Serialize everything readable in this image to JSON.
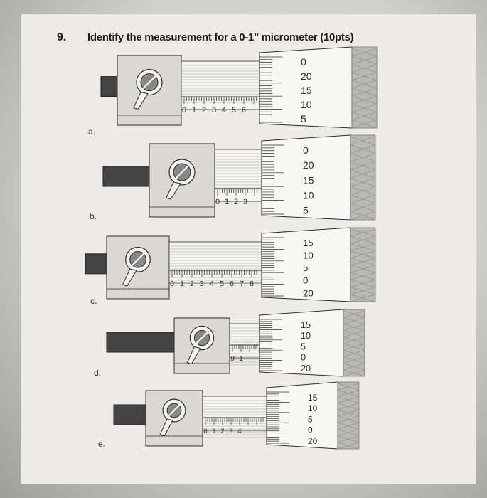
{
  "question": {
    "number": "9.",
    "title": "Identify the measurement for a 0-1\" micrometer (10pts)"
  },
  "micrometers": [
    {
      "part": "a.",
      "sleeve_digits": [
        "0",
        "1",
        "2",
        "3",
        "4",
        "5",
        "6"
      ],
      "thimble_numbers": [
        "0",
        "20",
        "15",
        "10",
        "5"
      ]
    },
    {
      "part": "b.",
      "sleeve_digits": [
        "0",
        "1",
        "2",
        "3"
      ],
      "thimble_numbers": [
        "0",
        "20",
        "15",
        "10",
        "5"
      ]
    },
    {
      "part": "c.",
      "sleeve_digits": [
        "0",
        "1",
        "2",
        "3",
        "4",
        "5",
        "6",
        "7",
        "8"
      ],
      "thimble_numbers": [
        "15",
        "10",
        "5",
        "0",
        "20"
      ]
    },
    {
      "part": "d.",
      "sleeve_digits": [
        "0",
        "1"
      ],
      "thimble_numbers": [
        "15",
        "10",
        "5",
        "0",
        "20"
      ]
    },
    {
      "part": "e.",
      "sleeve_digits": [
        "0",
        "1",
        "2",
        "3",
        "4"
      ],
      "thimble_numbers": [
        "15",
        "10",
        "5",
        "0",
        "20"
      ]
    }
  ],
  "colors": {
    "paper": "#ecebe8",
    "frame": "#d9d8d5",
    "ink": "#2a2a2a",
    "knurl": "#b8b8b6"
  }
}
